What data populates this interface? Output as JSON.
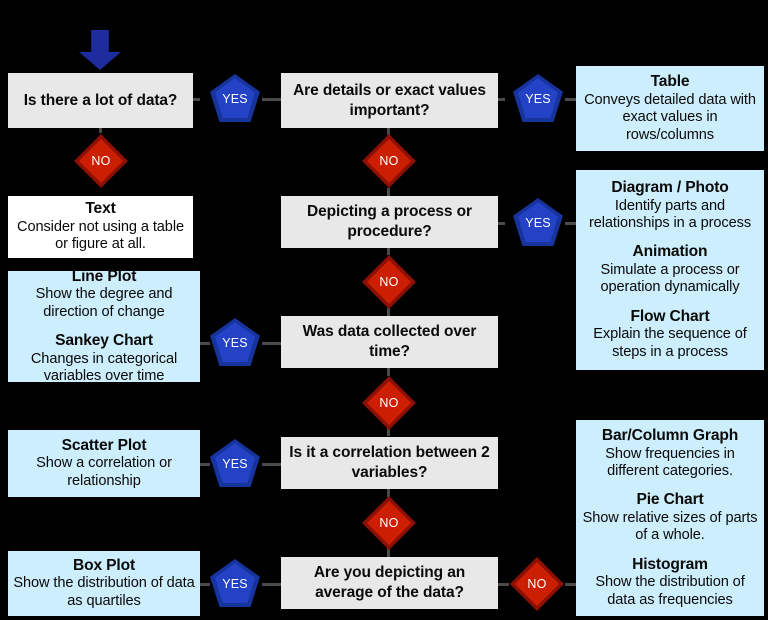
{
  "diagram": {
    "title": "Figure selection decision flowchart",
    "colors": {
      "background": "#000000",
      "question_box": "#e8e8e8",
      "answer_box": "#cdeefc",
      "answer_box_alt": "#ffffff",
      "yes_marker": "#2342c6",
      "no_marker": "#cc1f02",
      "arrow": "#1d2d9e",
      "text": "#0a0a0a",
      "marker_text": "#ffffff"
    },
    "start_arrow": {
      "icon": "down-arrow-icon"
    },
    "questions": [
      {
        "id": "q1",
        "text": "Is there a lot of data?"
      },
      {
        "id": "q2",
        "text": "Are details or exact values important?"
      },
      {
        "id": "q3",
        "text": "Depicting a process or procedure?"
      },
      {
        "id": "q4",
        "text": "Was data collected over time?"
      },
      {
        "id": "q5",
        "text": "Is it a correlation between 2 variables?"
      },
      {
        "id": "q6",
        "text": "Are you depicting an average of the data?"
      }
    ],
    "yes_label": "YES",
    "no_label": "NO",
    "outcomes": {
      "text_box": [
        {
          "heading": "Text",
          "description": "Consider not using a table or figure at all."
        }
      ],
      "time_box": [
        {
          "heading": "Line Plot",
          "description": "Show the degree and direction of change"
        },
        {
          "heading": "Sankey Chart",
          "description": "Changes in categorical variables over time"
        }
      ],
      "correlation_box": [
        {
          "heading": "Scatter Plot",
          "description": "Show a correlation or relationship"
        }
      ],
      "average_box": [
        {
          "heading": "Box Plot",
          "description": "Show the distribution of data as quartiles"
        }
      ],
      "table_box": [
        {
          "heading": "Table",
          "description": "Conveys detailed data with exact values in rows/columns"
        }
      ],
      "process_box": [
        {
          "heading": "Diagram / Photo",
          "description": "Identify parts and relationships in a process"
        },
        {
          "heading": "Animation",
          "description": "Simulate a process or operation dynamically"
        },
        {
          "heading": "Flow Chart",
          "description": "Explain the sequence of steps in a process"
        }
      ],
      "frequency_box": [
        {
          "heading": "Bar/Column Graph",
          "description": "Show frequencies in different categories."
        },
        {
          "heading": "Pie Chart",
          "description": "Show relative sizes of parts of a whole."
        },
        {
          "heading": "Histogram",
          "description": "Show the distribution of data as frequencies"
        }
      ]
    }
  }
}
